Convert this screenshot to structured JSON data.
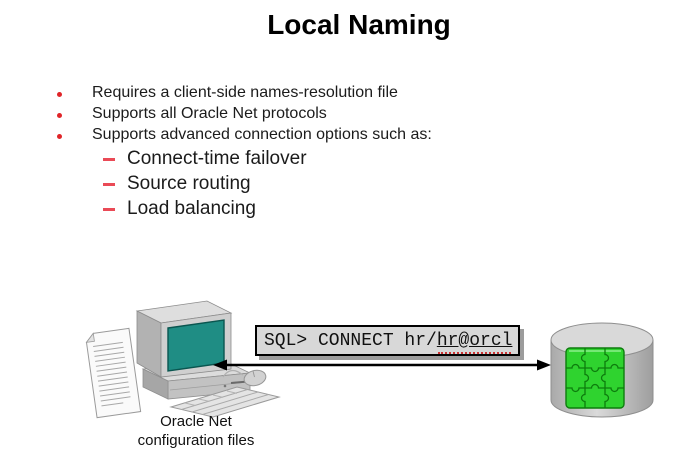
{
  "title": "Local Naming",
  "bullets": [
    "Requires a client-side names-resolution file",
    "Supports all Oracle Net protocols",
    "Supports advanced connection options such as:"
  ],
  "sub_bullets": [
    "Connect-time failover",
    "Source routing",
    "Load balancing"
  ],
  "diagram": {
    "sql_box": {
      "prompt": "SQL> CONNECT hr/",
      "connect_string": "hr@orcl"
    },
    "client_caption": {
      "line1": "Oracle Net",
      "line2": "configuration files"
    },
    "icons": {
      "client": "desktop-computer-with-config-documents",
      "server": "database-cylinder-puzzle-pattern",
      "link": "double-headed-arrow"
    }
  },
  "colors": {
    "bullet_red": "#e02428",
    "sub_dash_red": "#ea4a56",
    "screen_teal": "#1f8d84",
    "puzzle_green": "#2fd32f",
    "sql_box_bg": "#d8d8d8",
    "sql_box_shadow": "#9c9c9c"
  }
}
